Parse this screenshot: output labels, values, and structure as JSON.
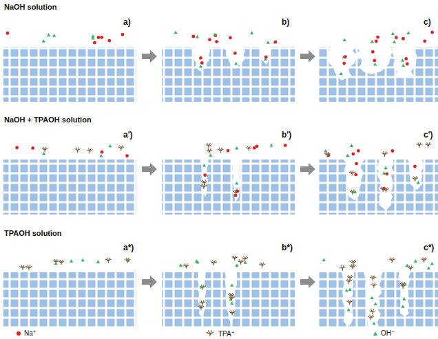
{
  "diagram": {
    "labels": [
      "NaOH solution",
      "a)",
      "b)",
      "c)",
      "NaOH + TPAOH solution",
      "a')",
      "b')",
      "c')",
      "TPAOH solution",
      "a*)",
      "b*)",
      "c*)"
    ],
    "legend": [
      {
        "text": "Na⁺",
        "color": "#e0201f"
      },
      {
        "text": "TPA⁺"
      },
      {
        "text": "OH⁻",
        "color": "#33b366"
      }
    ]
  }
}
